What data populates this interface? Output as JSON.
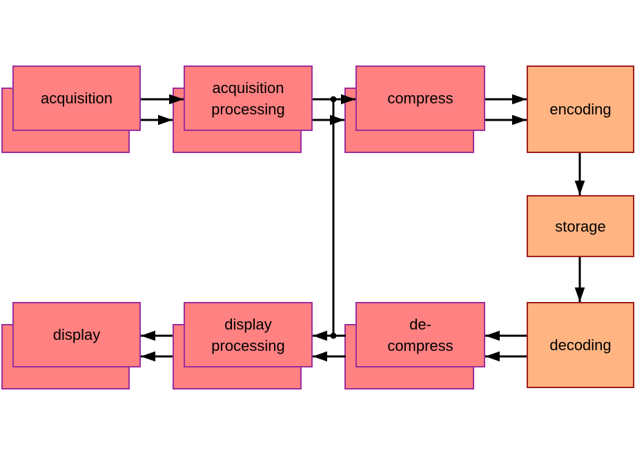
{
  "colors": {
    "background": "#FFFFFF",
    "stack_fill": "#FF8181",
    "stack_border": "#9B2D9B",
    "single_fill": "#FFB482",
    "single_border": "#9E1B1B",
    "edge": "#000000",
    "text": "#000000"
  },
  "nodes": [
    {
      "id": "acquisition",
      "label": "acquisition",
      "shape": "stacked"
    },
    {
      "id": "acquisition-processing",
      "label": "acquisition\nprocessing",
      "shape": "stacked"
    },
    {
      "id": "compress",
      "label": "compress",
      "shape": "stacked"
    },
    {
      "id": "encoding",
      "label": "encoding",
      "shape": "single"
    },
    {
      "id": "storage",
      "label": "storage",
      "shape": "single"
    },
    {
      "id": "decoding",
      "label": "decoding",
      "shape": "single"
    },
    {
      "id": "de-compress",
      "label": "de-\ncompress",
      "shape": "stacked"
    },
    {
      "id": "display-processing",
      "label": "display\nprocessing",
      "shape": "stacked"
    },
    {
      "id": "display",
      "label": "display",
      "shape": "stacked"
    }
  ],
  "edges": [
    {
      "from": "acquisition",
      "to": "acquisition-processing",
      "style": "double-arrow"
    },
    {
      "from": "acquisition-processing",
      "to": "compress",
      "style": "double-arrow"
    },
    {
      "from": "compress",
      "to": "encoding",
      "style": "double-arrow"
    },
    {
      "from": "encoding",
      "to": "storage",
      "style": "single-arrow"
    },
    {
      "from": "storage",
      "to": "decoding",
      "style": "single-arrow"
    },
    {
      "from": "decoding",
      "to": "de-compress",
      "style": "double-arrow"
    },
    {
      "from": "de-compress",
      "to": "display-processing",
      "style": "double-arrow"
    },
    {
      "from": "display-processing",
      "to": "display",
      "style": "double-arrow"
    },
    {
      "from": "acquisition-processing-output-junction",
      "to": "display-processing-input-junction",
      "style": "plain-line-with-junction-dots"
    }
  ]
}
